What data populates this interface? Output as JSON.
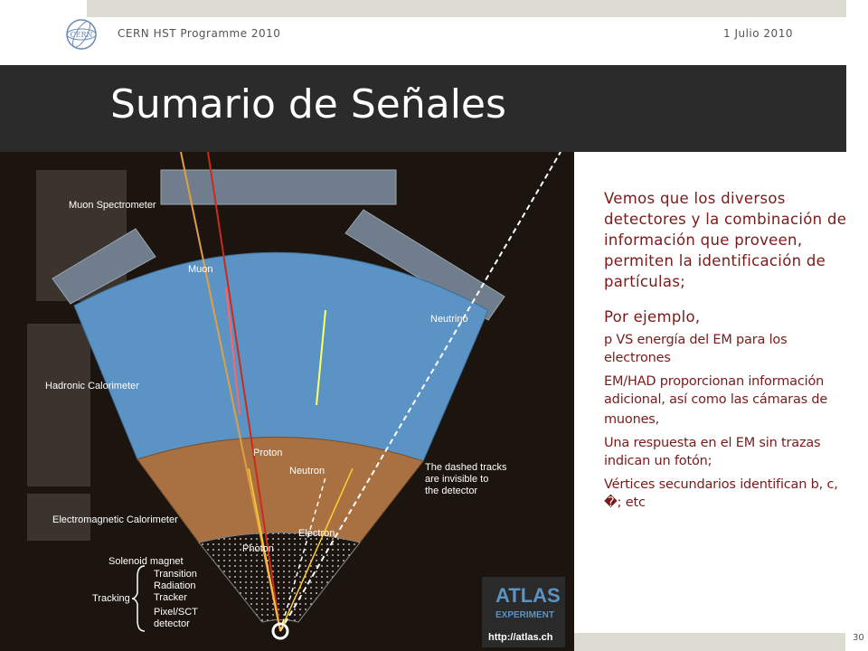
{
  "header": {
    "programme": "CERN HST Programme 2010",
    "date": "1 Julio 2010",
    "logo_text": "CERN"
  },
  "title": "Sumario de Señales",
  "diagram": {
    "labels": {
      "muon_spectrometer": "Muon Spectrometer",
      "hadronic_calorimeter": "Hadronic Calorimeter",
      "em_calorimeter": "Electromagnetic Calorimeter",
      "solenoid": "Solenoid magnet",
      "transition": "Transition",
      "radiation": "Radiation",
      "tracker": "Tracker",
      "tracking": "Tracking",
      "pixel": "Pixel/SCT",
      "detector": "detector",
      "muon": "Muon",
      "neutrino": "Neutrino",
      "proton": "Proton",
      "neutron": "Neutron",
      "electron": "Electron",
      "photon": "Photon",
      "dashed_note_1": "The dashed tracks",
      "dashed_note_2": "are invisible to",
      "dashed_note_3": "the detector",
      "atlas": "ATLAS",
      "experiment": "EXPERIMENT",
      "url": "http://atlas.ch"
    }
  },
  "content": {
    "p1": "Vemos que los diversos detectores y la combinación de información que proveen, permiten la identificación de partículas;",
    "p2": "Por ejemplo,",
    "items": [
      "p VS energía del EM para los electrones",
      "EM/HAD proporcionan información adicional, así como las cámaras de",
      "muones,",
      "Una respuesta en el EM sin trazas indican un fotón;",
      "Vértices secundarios identifican b, c, �; etc"
    ]
  },
  "page_number": "30",
  "colors": {
    "title_bar": "#2b2b2b",
    "text": "#7a1a1a",
    "hadronic": "#5b93c4",
    "em": "#a97142"
  }
}
